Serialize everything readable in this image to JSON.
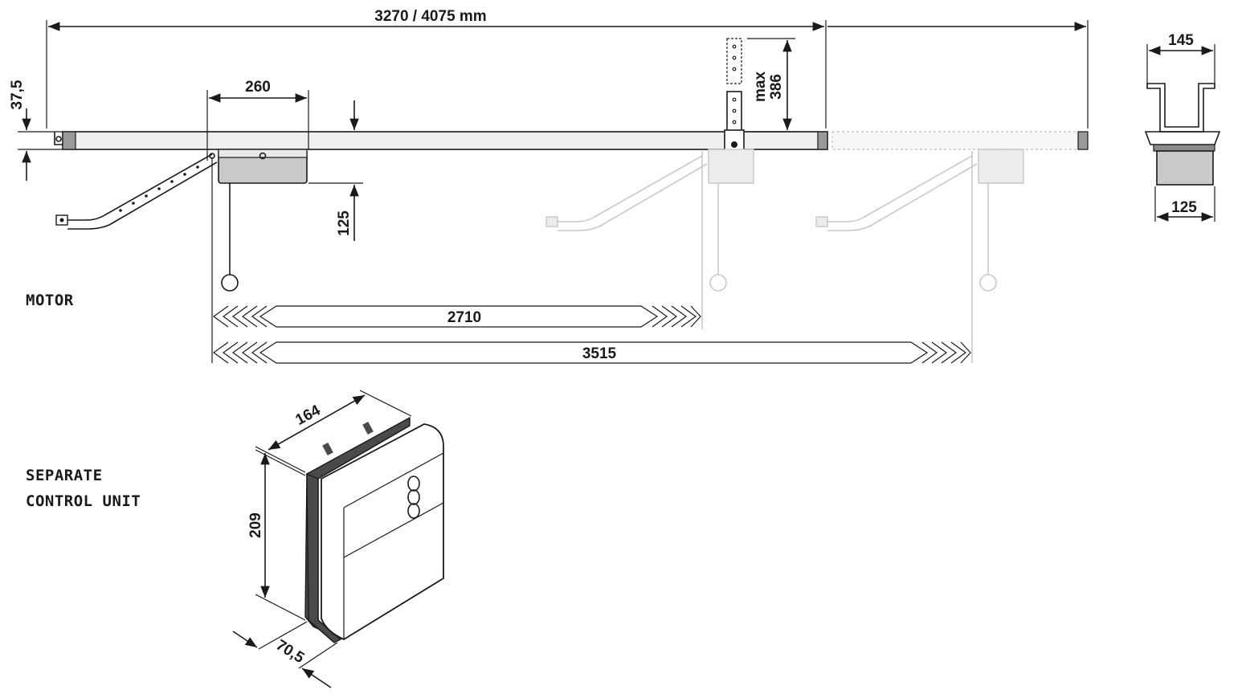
{
  "dimensions": {
    "total_length": "3270 / 4075 mm",
    "rail_offset": "37,5",
    "motor_width": "260",
    "motor_height": "125",
    "bracket_max_label": "max",
    "bracket_max_value": "386",
    "profile_top_width": "145",
    "profile_bottom_width": "125",
    "travel_short": "2710",
    "travel_long": "3515",
    "control_width": "164",
    "control_height": "209",
    "control_depth": "70,5"
  },
  "labels": {
    "motor": "MOTOR",
    "control_line1": "SEPARATE",
    "control_line2": "CONTROL UNIT"
  },
  "colors": {
    "line": "#1a1a1a",
    "ghost": "#c8c8c8",
    "motor_body": "#c9c9c9",
    "control_side": "#4a4a4a"
  }
}
